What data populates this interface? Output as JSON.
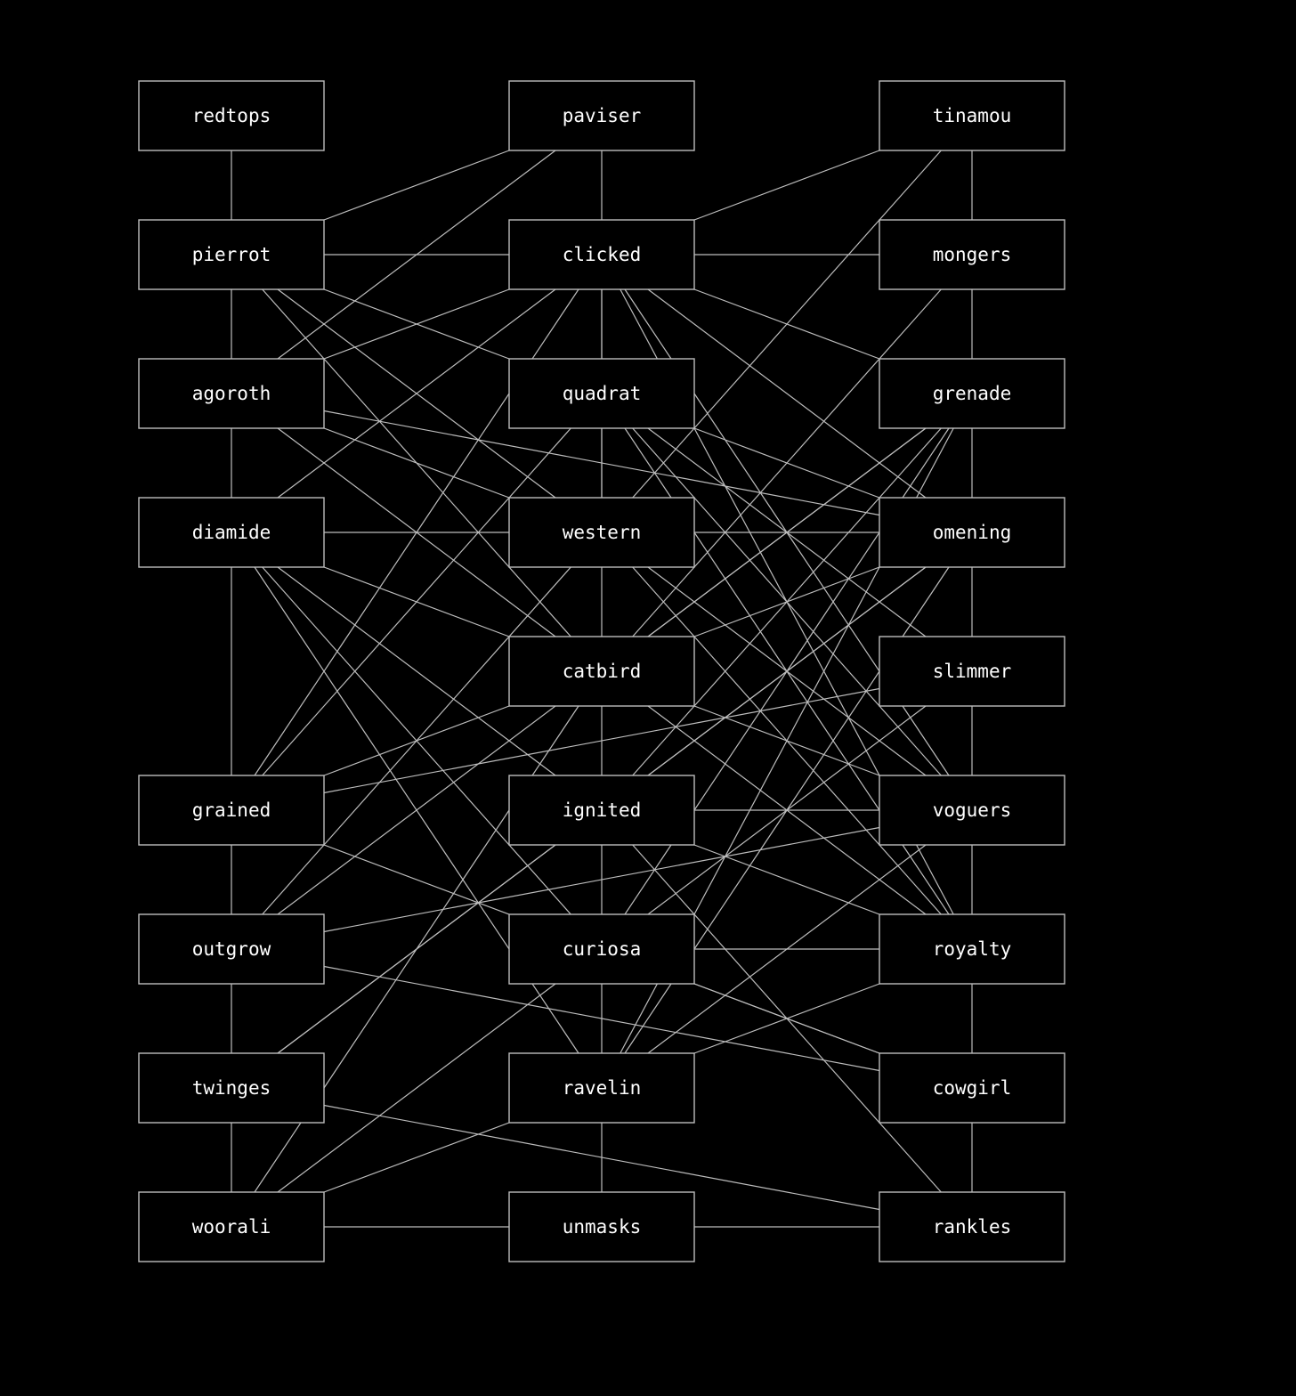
{
  "colors": {
    "background": "#000000",
    "edge": "#bdbdbd",
    "node_border": "#bdbdbd",
    "node_fill": "#000000",
    "text": "#ffffff"
  },
  "nodes": [
    {
      "id": "redtops",
      "label": "redtops"
    },
    {
      "id": "paviser",
      "label": "paviser"
    },
    {
      "id": "tinamou",
      "label": "tinamou"
    },
    {
      "id": "pierrot",
      "label": "pierrot"
    },
    {
      "id": "clicked",
      "label": "clicked"
    },
    {
      "id": "mongers",
      "label": "mongers"
    },
    {
      "id": "agoroth",
      "label": "agoroth"
    },
    {
      "id": "quadrat",
      "label": "quadrat"
    },
    {
      "id": "grenade",
      "label": "grenade"
    },
    {
      "id": "diamide",
      "label": "diamide"
    },
    {
      "id": "western",
      "label": "western"
    },
    {
      "id": "omening",
      "label": "omening"
    },
    {
      "id": "catbird",
      "label": "catbird"
    },
    {
      "id": "slimmer",
      "label": "slimmer"
    },
    {
      "id": "grained",
      "label": "grained"
    },
    {
      "id": "ignited",
      "label": "ignited"
    },
    {
      "id": "voguers",
      "label": "voguers"
    },
    {
      "id": "outgrow",
      "label": "outgrow"
    },
    {
      "id": "curiosa",
      "label": "curiosa"
    },
    {
      "id": "royalty",
      "label": "royalty"
    },
    {
      "id": "twinges",
      "label": "twinges"
    },
    {
      "id": "ravelin",
      "label": "ravelin"
    },
    {
      "id": "cowgirl",
      "label": "cowgirl"
    },
    {
      "id": "woorali",
      "label": "woorali"
    },
    {
      "id": "unmasks",
      "label": "unmasks"
    },
    {
      "id": "rankles",
      "label": "rankles"
    }
  ],
  "edges": [
    [
      "redtops",
      "pierrot"
    ],
    [
      "paviser",
      "pierrot"
    ],
    [
      "paviser",
      "clicked"
    ],
    [
      "paviser",
      "agoroth"
    ],
    [
      "tinamou",
      "clicked"
    ],
    [
      "tinamou",
      "mongers"
    ],
    [
      "tinamou",
      "western"
    ],
    [
      "pierrot",
      "clicked"
    ],
    [
      "pierrot",
      "agoroth"
    ],
    [
      "pierrot",
      "quadrat"
    ],
    [
      "pierrot",
      "western"
    ],
    [
      "pierrot",
      "catbird"
    ],
    [
      "clicked",
      "mongers"
    ],
    [
      "clicked",
      "agoroth"
    ],
    [
      "clicked",
      "quadrat"
    ],
    [
      "clicked",
      "grenade"
    ],
    [
      "clicked",
      "diamide"
    ],
    [
      "clicked",
      "western"
    ],
    [
      "clicked",
      "omening"
    ],
    [
      "clicked",
      "grained"
    ],
    [
      "clicked",
      "voguers"
    ],
    [
      "clicked",
      "royalty"
    ],
    [
      "mongers",
      "grenade"
    ],
    [
      "mongers",
      "catbird"
    ],
    [
      "agoroth",
      "diamide"
    ],
    [
      "agoroth",
      "western"
    ],
    [
      "agoroth",
      "omening"
    ],
    [
      "agoroth",
      "catbird"
    ],
    [
      "quadrat",
      "western"
    ],
    [
      "quadrat",
      "omening"
    ],
    [
      "quadrat",
      "grained"
    ],
    [
      "quadrat",
      "voguers"
    ],
    [
      "quadrat",
      "royalty"
    ],
    [
      "quadrat",
      "slimmer"
    ],
    [
      "grenade",
      "omening"
    ],
    [
      "grenade",
      "catbird"
    ],
    [
      "grenade",
      "ignited"
    ],
    [
      "grenade",
      "curiosa"
    ],
    [
      "grenade",
      "ravelin"
    ],
    [
      "grenade",
      "outgrow"
    ],
    [
      "diamide",
      "western"
    ],
    [
      "diamide",
      "grained"
    ],
    [
      "diamide",
      "catbird"
    ],
    [
      "diamide",
      "ignited"
    ],
    [
      "diamide",
      "curiosa"
    ],
    [
      "diamide",
      "ravelin"
    ],
    [
      "western",
      "omening"
    ],
    [
      "western",
      "catbird"
    ],
    [
      "western",
      "voguers"
    ],
    [
      "western",
      "royalty"
    ],
    [
      "western",
      "outgrow"
    ],
    [
      "omening",
      "slimmer"
    ],
    [
      "omening",
      "catbird"
    ],
    [
      "omening",
      "ignited"
    ],
    [
      "omening",
      "ravelin"
    ],
    [
      "omening",
      "twinges"
    ],
    [
      "catbird",
      "ignited"
    ],
    [
      "catbird",
      "grained"
    ],
    [
      "catbird",
      "voguers"
    ],
    [
      "catbird",
      "royalty"
    ],
    [
      "catbird",
      "woorali"
    ],
    [
      "slimmer",
      "voguers"
    ],
    [
      "slimmer",
      "grained"
    ],
    [
      "slimmer",
      "curiosa"
    ],
    [
      "grained",
      "outgrow"
    ],
    [
      "grained",
      "cowgirl"
    ],
    [
      "ignited",
      "voguers"
    ],
    [
      "ignited",
      "curiosa"
    ],
    [
      "ignited",
      "royalty"
    ],
    [
      "ignited",
      "twinges"
    ],
    [
      "ignited",
      "rankles"
    ],
    [
      "voguers",
      "royalty"
    ],
    [
      "voguers",
      "outgrow"
    ],
    [
      "voguers",
      "ravelin"
    ],
    [
      "outgrow",
      "twinges"
    ],
    [
      "outgrow",
      "cowgirl"
    ],
    [
      "curiosa",
      "royalty"
    ],
    [
      "curiosa",
      "ravelin"
    ],
    [
      "curiosa",
      "woorali"
    ],
    [
      "curiosa",
      "cowgirl"
    ],
    [
      "royalty",
      "ravelin"
    ],
    [
      "royalty",
      "cowgirl"
    ],
    [
      "twinges",
      "woorali"
    ],
    [
      "twinges",
      "rankles"
    ],
    [
      "ravelin",
      "woorali"
    ],
    [
      "ravelin",
      "unmasks"
    ],
    [
      "cowgirl",
      "rankles"
    ],
    [
      "woorali",
      "unmasks"
    ],
    [
      "unmasks",
      "rankles"
    ]
  ]
}
